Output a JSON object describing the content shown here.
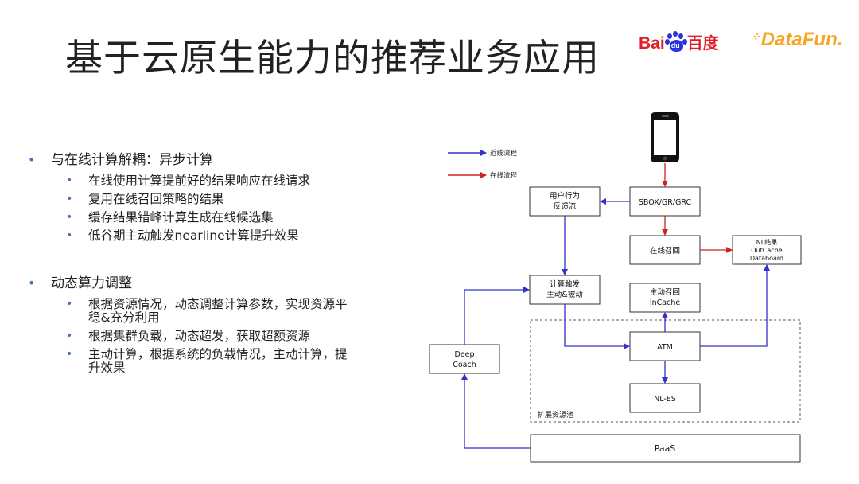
{
  "title": "基于云原生能力的推荐业务应用",
  "logos": {
    "baidu_latin": "Bai",
    "baidu_paw_char": "du",
    "baidu_cn": "百度",
    "datafun": "DataFun."
  },
  "bullets": [
    {
      "text": "与在线计算解耦：异步计算",
      "items": [
        "在线使用计算提前好的结果响应在线请求",
        "复用在线召回策略的结果",
        "缓存结果错峰计算生成在线候选集",
        "低谷期主动触发nearline计算提升效果"
      ]
    },
    {
      "text": "动态算力调整",
      "items": [
        "根据资源情况，动态调整计算参数，实现资源平稳&充分利用",
        "根据集群负载，动态超发，获取超额资源",
        "主动计算，根据系统的负载情况，主动计算，提升效果"
      ]
    }
  ],
  "diagram": {
    "legend": [
      {
        "label": "近线流程",
        "color": "#3333cc"
      },
      {
        "label": "在线流程",
        "color": "#cc2222"
      }
    ],
    "boxes": {
      "user_behavior": [
        "用户行为",
        "反馈流"
      ],
      "sbox": [
        "SBOX/GR/GRC"
      ],
      "online_recall": [
        "在线召回"
      ],
      "nl_result": [
        "NL结果",
        "OutCache",
        "Databoard"
      ],
      "compute_trigger": [
        "计算触发",
        "主动&被动"
      ],
      "active_recall": [
        "主动召回",
        "InCache"
      ],
      "atm": [
        "ATM"
      ],
      "deep_coach": [
        "Deep",
        "Coach"
      ],
      "nl_es": [
        "NL-ES"
      ],
      "paas": [
        "PaaS"
      ]
    },
    "pool_label": "扩展资源池",
    "colors": {
      "nearline": "#3333cc",
      "online": "#cc2222",
      "box": "#333333"
    }
  }
}
